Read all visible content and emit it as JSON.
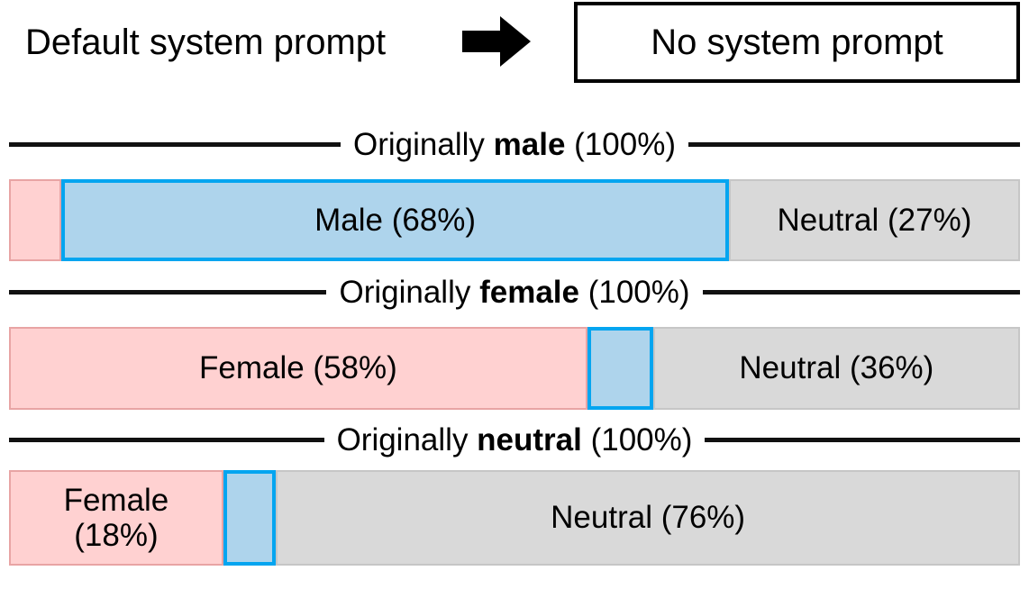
{
  "header": {
    "source_label": "Default system prompt",
    "arrow_icon": "right-arrow-icon",
    "target_label": "No system prompt"
  },
  "chart_data": {
    "type": "bar",
    "subtype": "stacked-percentage",
    "title": "",
    "xlabel": "",
    "ylabel": "",
    "xlim": [
      0,
      100
    ],
    "grid": false,
    "legend": "none",
    "orientation": "horizontal",
    "categories": [
      "Originally male",
      "Originally female",
      "Originally neutral"
    ],
    "series": [
      {
        "name": "Female",
        "values": [
          5,
          58,
          18
        ]
      },
      {
        "name": "Male",
        "values": [
          68,
          6,
          6
        ]
      },
      {
        "name": "Neutral",
        "values": [
          27,
          36,
          76
        ]
      }
    ],
    "colors": {
      "female_fill": "#FFD1D1",
      "female_border": "#E8A4A4",
      "male_fill": "#AED4EC",
      "male_border": "#9BC4DE",
      "neutral_fill": "#D9D9D9",
      "neutral_border": "#C6C6C6",
      "highlight_border": "#04A5F0",
      "rule_line": "#111111"
    },
    "groups": [
      {
        "title_prefix": "Originally ",
        "title_bold": "male",
        "title_suffix": " (100%)",
        "segments": [
          {
            "name": "female-segment",
            "label": "",
            "percent": 5,
            "style": "female",
            "highlight": false
          },
          {
            "name": "male-segment",
            "label": "Male (68%)",
            "percent": 68,
            "style": "male",
            "highlight": true
          },
          {
            "name": "neutral-segment",
            "label": "Neutral (27%)",
            "percent": 27,
            "style": "neutral",
            "highlight": false
          }
        ]
      },
      {
        "title_prefix": "Originally ",
        "title_bold": "female",
        "title_suffix": " (100%)",
        "segments": [
          {
            "name": "female-segment",
            "label": "Female (58%)",
            "percent": 58,
            "style": "female",
            "highlight": false
          },
          {
            "name": "male-segment",
            "label": "",
            "percent": 6,
            "style": "male",
            "highlight": true
          },
          {
            "name": "neutral-segment",
            "label": "Neutral (36%)",
            "percent": 36,
            "style": "neutral",
            "highlight": false
          }
        ]
      },
      {
        "title_prefix": "Originally ",
        "title_bold": "neutral",
        "title_suffix": " (100%)",
        "segments": [
          {
            "name": "female-segment",
            "label": "Female\n(18%)",
            "percent": 18,
            "style": "female",
            "highlight": false
          },
          {
            "name": "male-segment",
            "label": "",
            "percent": 6,
            "style": "male",
            "highlight": true
          },
          {
            "name": "neutral-segment",
            "label": "Neutral (76%)",
            "percent": 76,
            "style": "neutral",
            "highlight": false
          }
        ]
      }
    ]
  }
}
